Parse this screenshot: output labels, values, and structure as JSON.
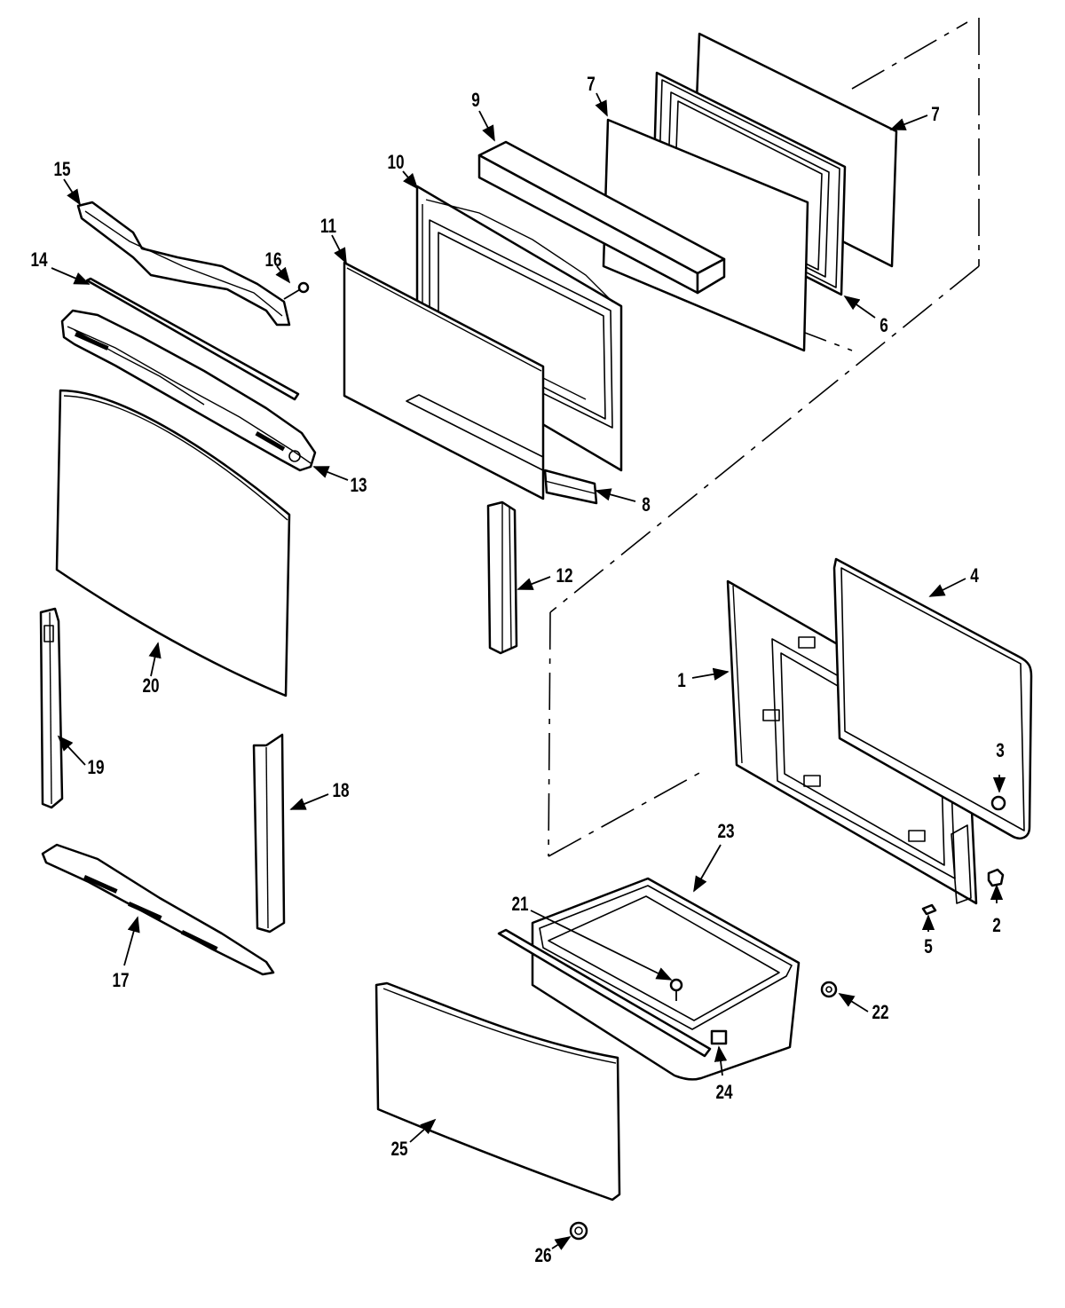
{
  "diagram": {
    "callouts": [
      {
        "label": "1"
      },
      {
        "label": "2"
      },
      {
        "label": "3"
      },
      {
        "label": "4"
      },
      {
        "label": "5"
      },
      {
        "label": "6"
      },
      {
        "label": "7"
      },
      {
        "label": "7"
      },
      {
        "label": "8"
      },
      {
        "label": "9"
      },
      {
        "label": "10"
      },
      {
        "label": "11"
      },
      {
        "label": "12"
      },
      {
        "label": "13"
      },
      {
        "label": "14"
      },
      {
        "label": "15"
      },
      {
        "label": "16"
      },
      {
        "label": "17"
      },
      {
        "label": "18"
      },
      {
        "label": "19"
      },
      {
        "label": "20"
      },
      {
        "label": "21"
      },
      {
        "label": "22"
      },
      {
        "label": "23"
      },
      {
        "label": "24"
      },
      {
        "label": "25"
      },
      {
        "label": "26"
      }
    ]
  }
}
